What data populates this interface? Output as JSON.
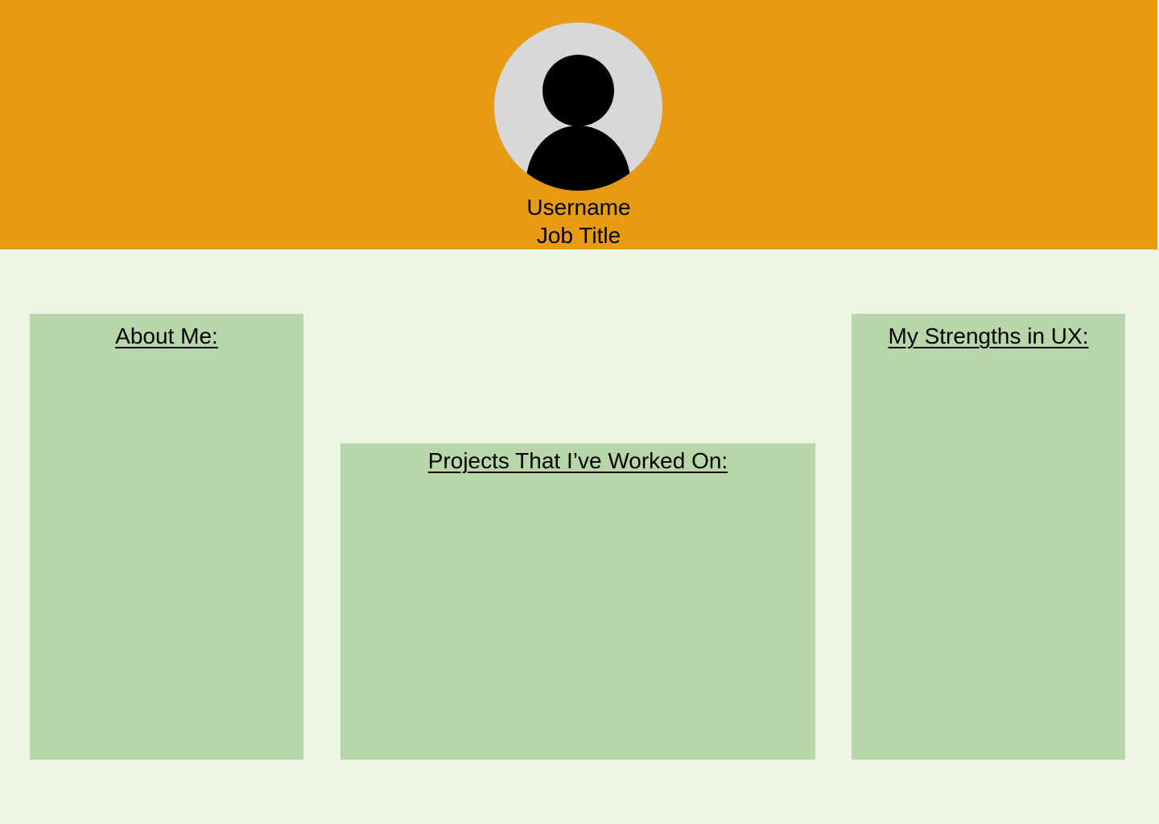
{
  "header": {
    "background_color": "#E69B13",
    "avatar_icon": "user-silhouette-icon",
    "username": "Username",
    "job_title": "Job Title"
  },
  "panels": {
    "about": {
      "heading": "About Me:"
    },
    "projects": {
      "heading": "Projects That I’ve Worked On:"
    },
    "strengths": {
      "heading": "My Strengths in UX:"
    }
  },
  "colors": {
    "page_background": "#ECF5E1",
    "panel_background": "#B9D5AA",
    "avatar_background": "#D8D8D8"
  }
}
